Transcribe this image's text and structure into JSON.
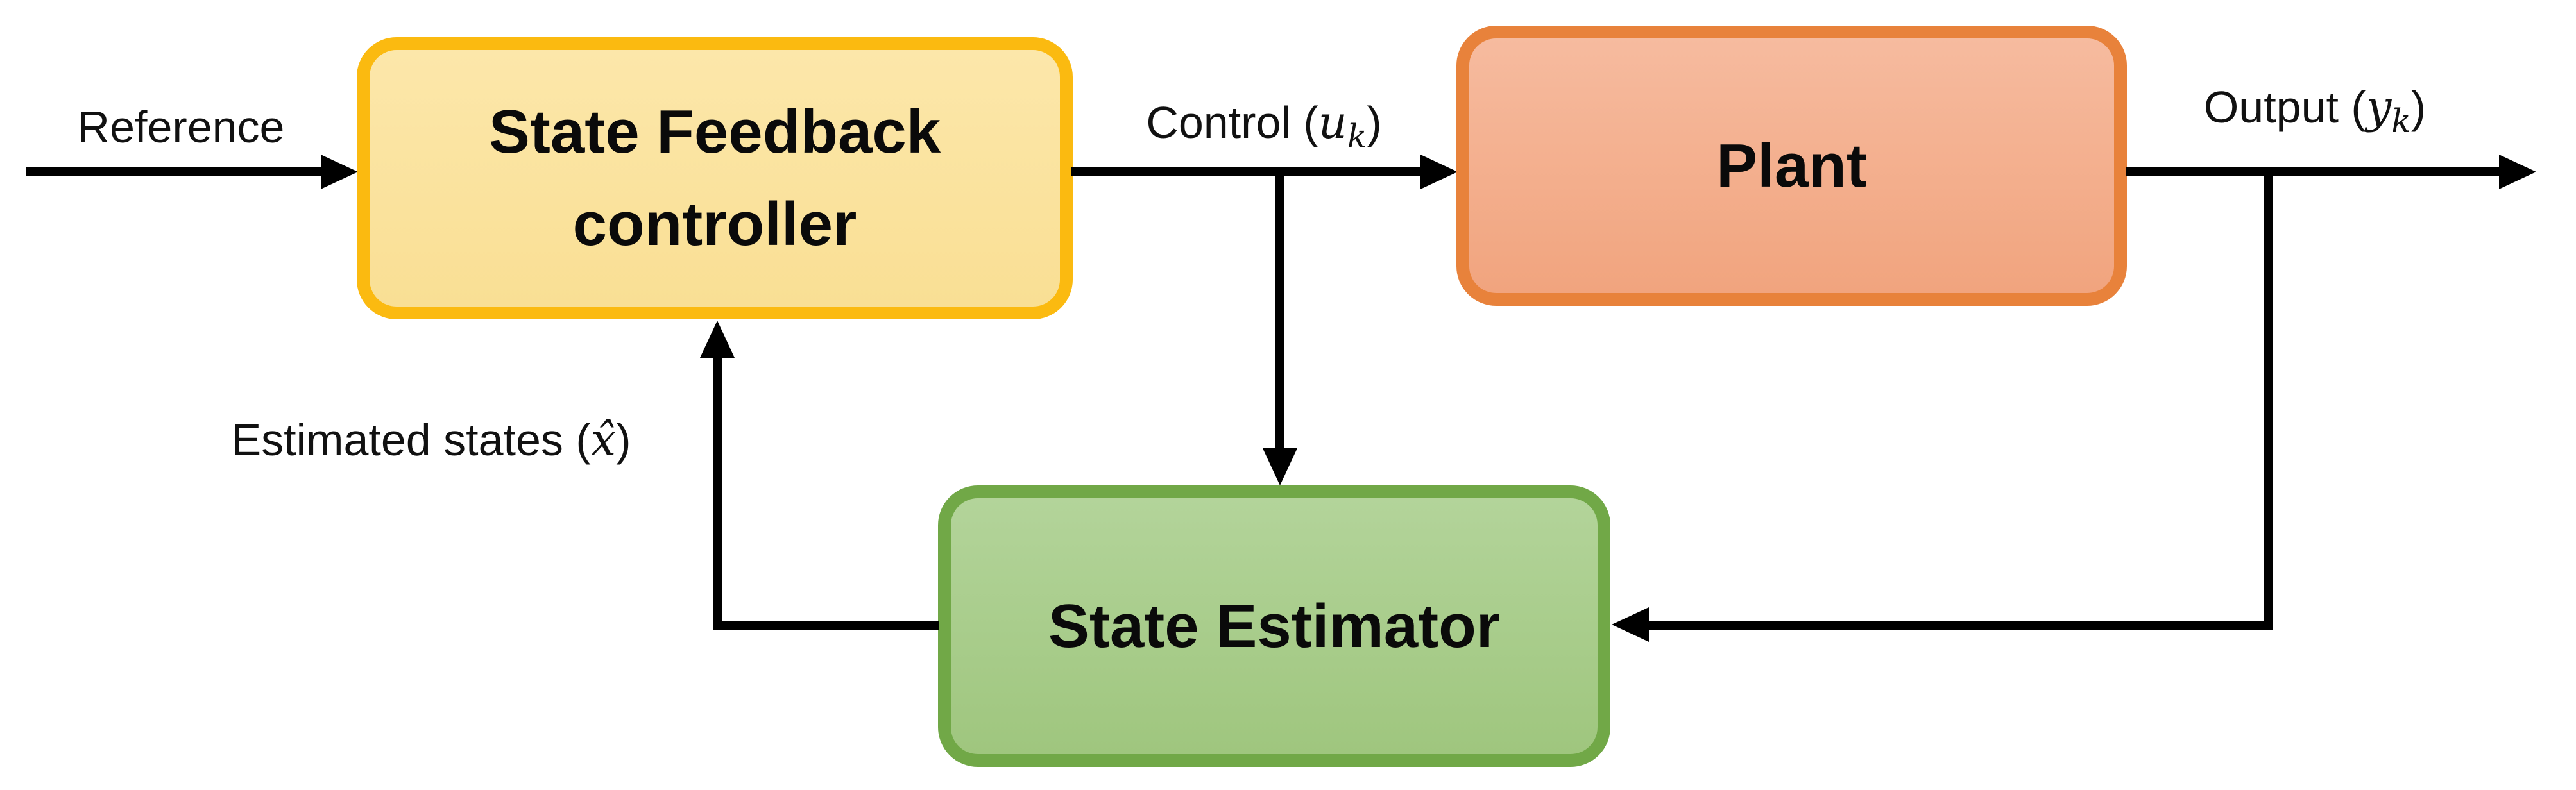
{
  "background": "#FFFFFF",
  "line_color": "#000000",
  "blocks": {
    "controller": {
      "line1": "State Feedback",
      "line2": "controller",
      "border_color": "#FBBA10",
      "fill_top": "#FCE7AA",
      "fill_bottom": "#F9DF94"
    },
    "plant": {
      "label": "Plant",
      "border_color": "#E8823B",
      "fill_top": "#F6BB9F",
      "fill_bottom": "#F1A47E"
    },
    "estimator": {
      "label": "State Estimator",
      "border_color": "#71A847",
      "fill_top": "#B3D49A",
      "fill_bottom": "#9FC67E"
    }
  },
  "labels": {
    "reference": {
      "text": "Reference"
    },
    "control": {
      "prefix": "Control (",
      "symbol": "u",
      "subscript": "k",
      "suffix": ")"
    },
    "output": {
      "prefix": "Output (",
      "symbol": "y",
      "subscript": "k",
      "suffix": ")"
    },
    "estimated_states": {
      "prefix": "Estimated states (",
      "symbol": "x̂",
      "suffix": ")"
    }
  }
}
